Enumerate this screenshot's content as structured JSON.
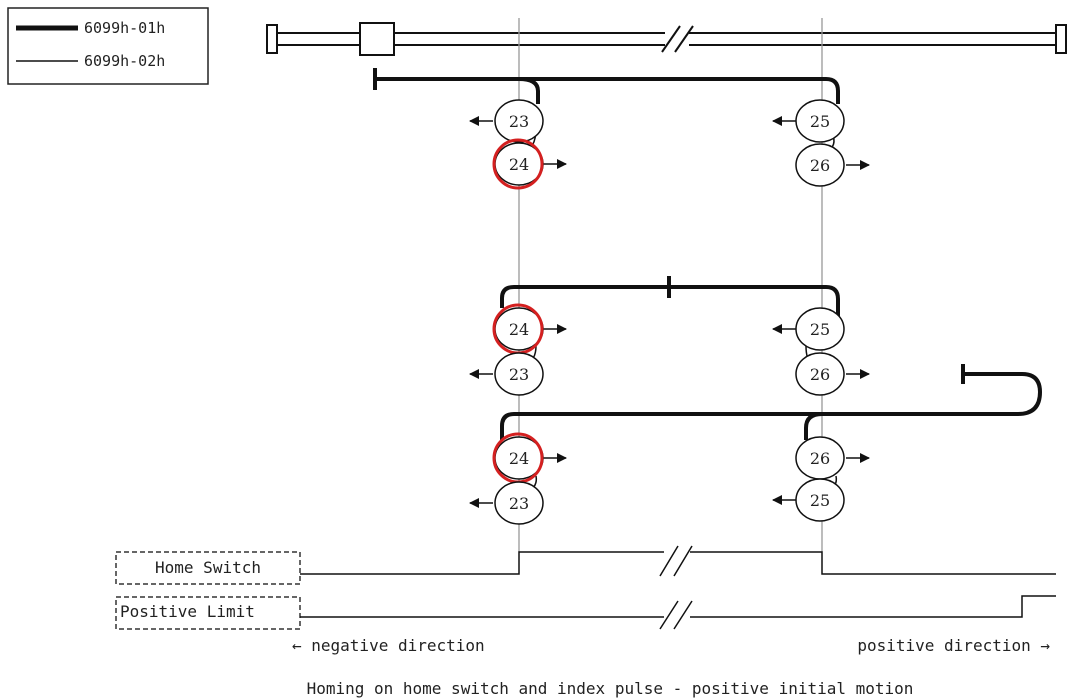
{
  "legend": {
    "thick_label": "6099h-01h",
    "thin_label": "6099h-02h"
  },
  "signals": {
    "home_switch_label": "Home Switch",
    "positive_limit_label": "Positive Limit"
  },
  "directions": {
    "negative": "← negative direction",
    "positive": "positive direction →"
  },
  "caption": "Homing on home switch and index pulse - positive initial motion",
  "nodes": {
    "row1": {
      "left_top": "23",
      "left_bottom": "24",
      "right_top": "25",
      "right_bottom": "26"
    },
    "row2": {
      "left_top": "24",
      "left_bottom": "23",
      "right_top": "25",
      "right_bottom": "26"
    },
    "row3": {
      "left_top": "24",
      "left_bottom": "23",
      "right_top": "26",
      "right_bottom": "25"
    }
  },
  "highlight_color": "#d42020"
}
